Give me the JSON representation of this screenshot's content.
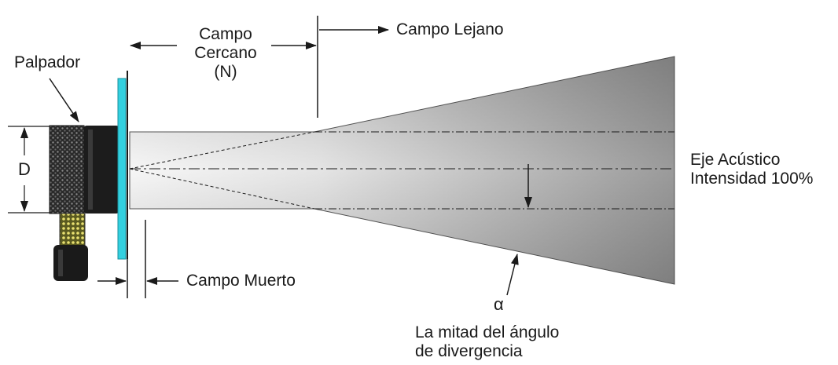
{
  "labels": {
    "probe": "Palpador",
    "near_field_line1": "Campo",
    "near_field_line2": "Cercano",
    "near_field_line3": "(N)",
    "far_field": "Campo Lejano",
    "diameter": "D",
    "acoustic_axis_line1": "Eje Acústico",
    "acoustic_axis_line2": "Intensidad 100%",
    "dead_zone": "Campo Muerto",
    "alpha": "α",
    "half_angle_line1": "La mitad del ángulo",
    "half_angle_line2": "de divergencia"
  },
  "colors": {
    "beam_light": "#f4f4f4",
    "beam_dark": "#9a9a9a",
    "crystal": "#33d0e0",
    "probe_body": "#1c1c1c",
    "lines": "#1a1a1a"
  }
}
